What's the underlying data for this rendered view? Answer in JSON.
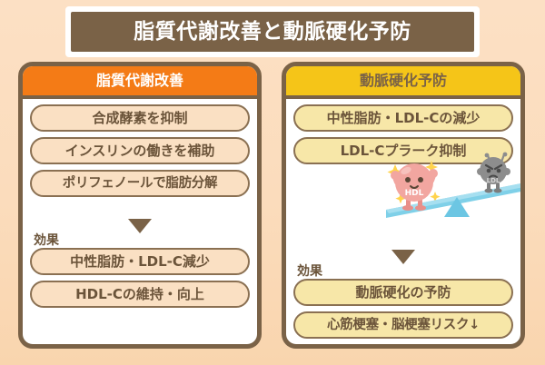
{
  "header": {
    "title": "脂質代謝改善と動脈硬化予防",
    "title_bg": "#7a6247",
    "title_color": "#ffffff"
  },
  "background_color": "#fbdcbc",
  "columns": [
    {
      "id": "lipid-metabolism",
      "header": "脂質代謝改善",
      "header_bg": "#f47b16",
      "header_color": "#ffffff",
      "pill_bg": "#fae0c3",
      "items": [
        "合成酵素を抑制",
        "インスリンの働きを補助",
        "ポリフェノールで脂肪分解"
      ],
      "effect_label": "効果",
      "effects": [
        "中性脂肪・LDL-C減少",
        "HDL-Cの維持・向上"
      ]
    },
    {
      "id": "atherosclerosis-prevention",
      "header": "動脈硬化予防",
      "header_bg": "#f5c518",
      "header_color": "#7a6247",
      "pill_bg": "#f7e7a8",
      "items": [
        "中性脂肪・LDL-Cの減少",
        "LDL-Cプラーク抑制"
      ],
      "effect_label": "効果",
      "effects": [
        "動脈硬化の予防",
        "心筋梗塞・脳梗塞リスク↓"
      ],
      "illustration": {
        "name": "seesaw-hdl-ldl",
        "hdl_label": "HDL",
        "ldl_label": "LDL",
        "hdl_color": "#f2a6a0",
        "ldl_color": "#8d8d8d",
        "beam_color": "#7fd0e8"
      }
    }
  ]
}
